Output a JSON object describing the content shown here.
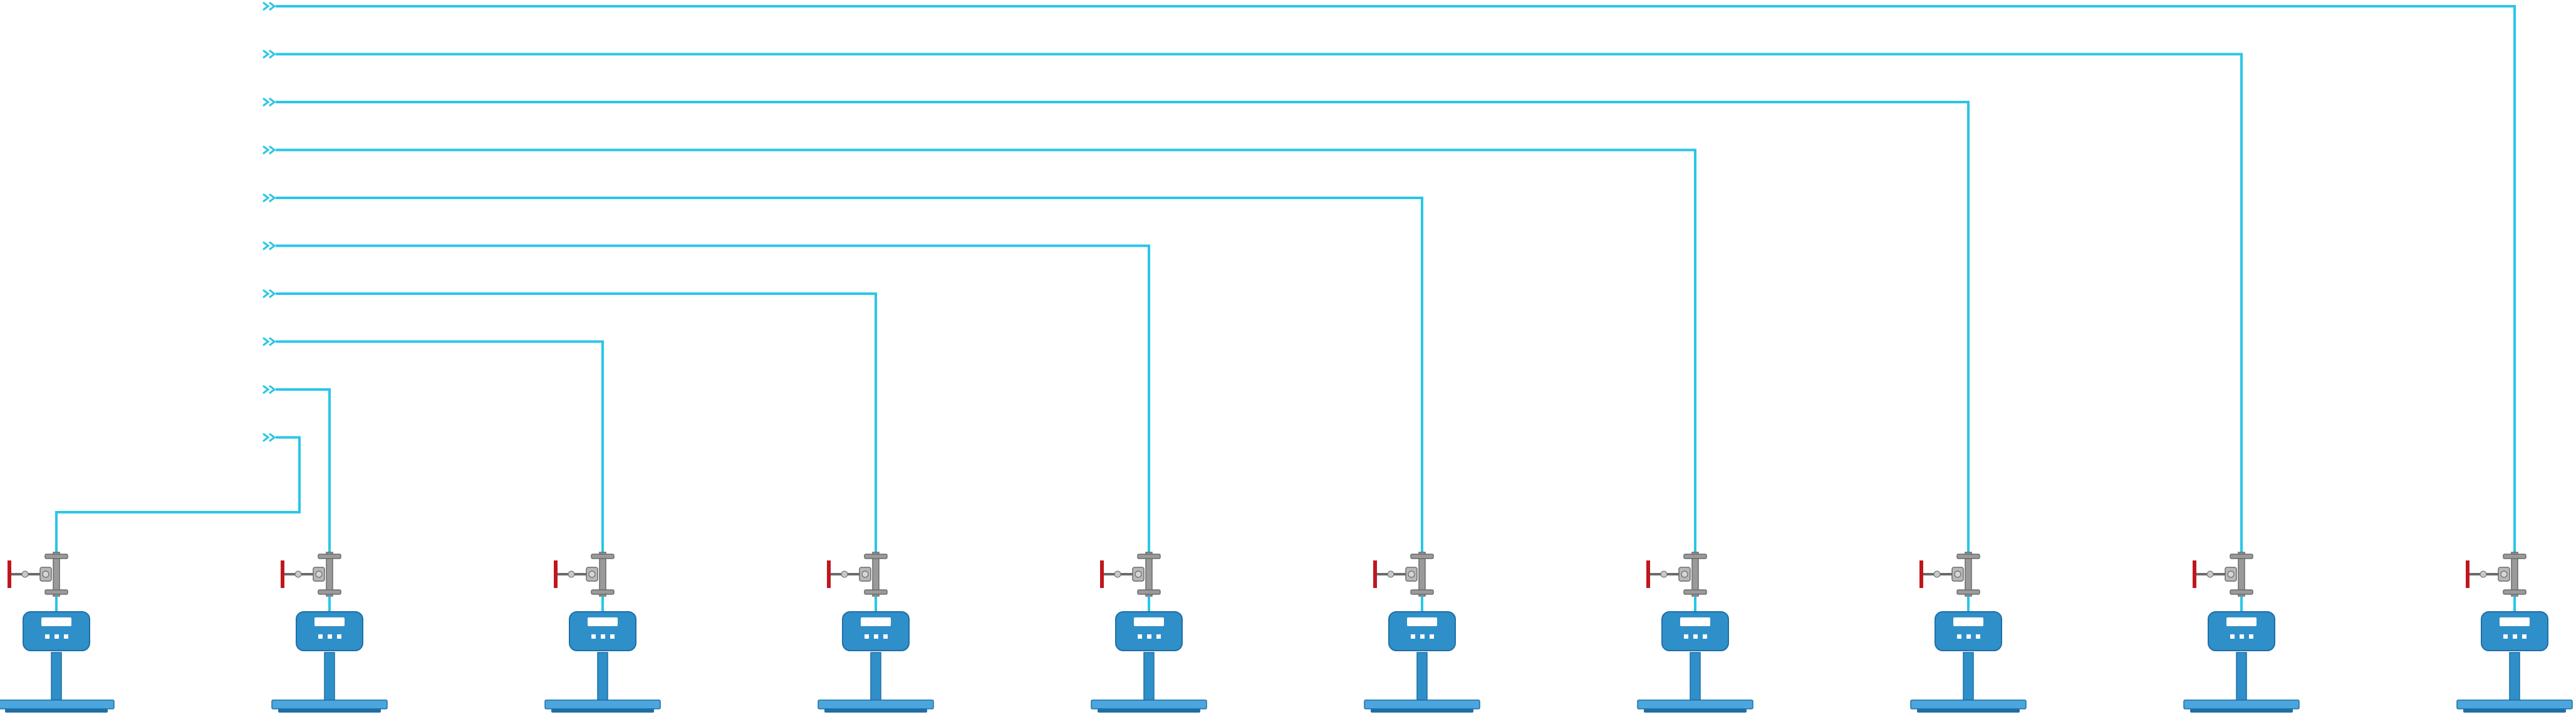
{
  "colors": {
    "pipe": "#29c6e6",
    "arrow": "#29c6e6",
    "scale_body": "#2f8fc9",
    "scale_dark": "#1f6fa6",
    "scale_light": "#4aa6dc",
    "display_screen": "#ffffff",
    "valve_body": "#9a9a9a",
    "valve_dark": "#6b6b6b",
    "valve_handle": "#c0171d",
    "background": "#ffffff"
  },
  "icons": {
    "inlet": "double-chevron-right-icon",
    "valve": "gate-valve-icon",
    "scale": "weighing-scale-icon"
  },
  "stations": [
    {
      "id": 1
    },
    {
      "id": 2
    },
    {
      "id": 3
    },
    {
      "id": 4
    },
    {
      "id": 5
    },
    {
      "id": 6
    },
    {
      "id": 7
    },
    {
      "id": 8
    },
    {
      "id": 9
    },
    {
      "id": 10
    }
  ]
}
